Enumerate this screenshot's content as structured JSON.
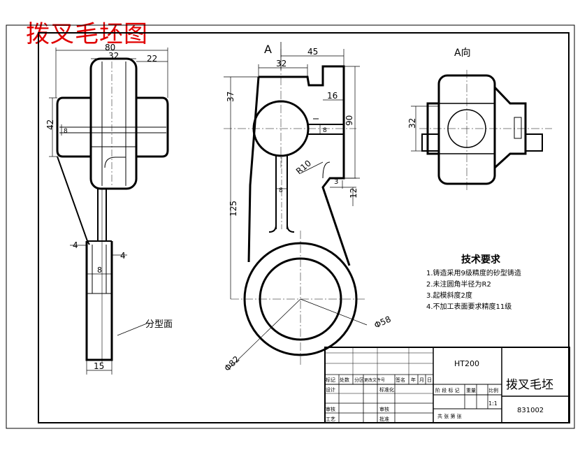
{
  "caption": "拨叉毛坯图",
  "views": {
    "main_label": "A",
    "view_a_label": "A向"
  },
  "dimensions": {
    "d80": "80",
    "d32_top": "32",
    "d22": "22",
    "d42": "42",
    "d8_left": "8",
    "d4_left": "4",
    "d4_right": "4",
    "d8_bottom": "8",
    "d15": "15",
    "d45": "45",
    "d32_main": "32",
    "d16": "16",
    "d37": "37",
    "d90": "90",
    "d8_main": "8",
    "r10": "R10",
    "d3": "3",
    "d12": "12",
    "d125": "125",
    "d8_rib": "8",
    "dia58": "Φ58",
    "dia82": "Φ82",
    "d32_view": "32"
  },
  "parting_label": "分型面",
  "requirements": {
    "title": "技术要求",
    "items": [
      "1.铸造采用9级精度的砂型铸造",
      "2.未注圆角半径为R2",
      "3.起模斜度2度",
      "4.不加工表面要求精度11级"
    ]
  },
  "title_block": {
    "material": "HT200",
    "part_name": "拨叉毛坯",
    "drawing_no": "831002",
    "scale": "1:1",
    "header_cols": [
      "标记",
      "处数",
      "分区",
      "更改文件号",
      "签名",
      "年",
      "月",
      "日"
    ],
    "row_design": "设计",
    "row_std": "标准化",
    "row_check": "审核",
    "row_process": "工艺",
    "row_audit": "审核",
    "row_approve": "批准",
    "stage_label": "阶 段 标 记",
    "weight_label": "重量",
    "scale_label": "比例",
    "sheets_label": "共   张   第   张"
  }
}
